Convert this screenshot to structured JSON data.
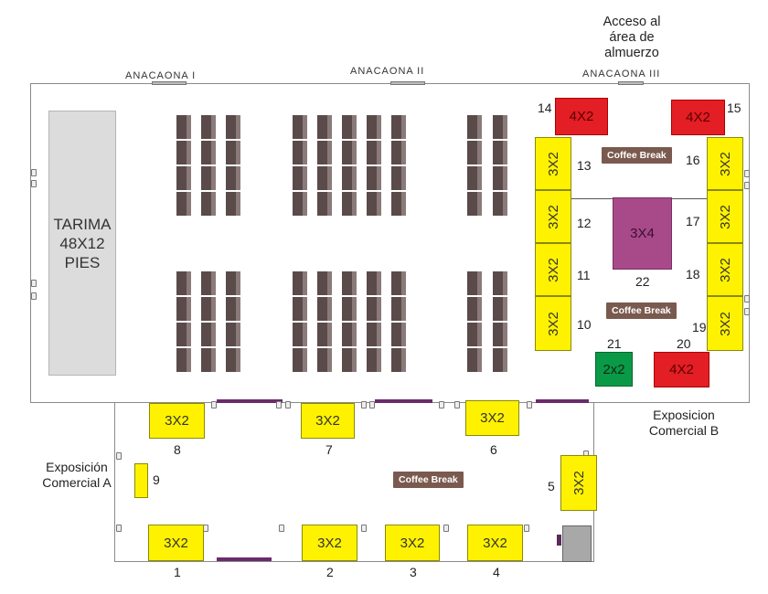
{
  "rooms": {
    "anacaona1": "ANACAONA  I",
    "anacaona2": "ANACAONA  II",
    "anacaona3": "ANACAONA  III"
  },
  "lunch_access": "Acceso al área de almuerzo",
  "stage": {
    "line1": "TARIMA",
    "line2": "48X12",
    "line3": "PIES"
  },
  "coffee_break": "Coffee Break",
  "exhibit_a": "Exposición Comercial A",
  "exhibit_b": "Exposicion Comercial B",
  "booths": {
    "b1": {
      "num": "1",
      "size": "3X2"
    },
    "b2": {
      "num": "2",
      "size": "3X2"
    },
    "b3": {
      "num": "3",
      "size": "3X2"
    },
    "b4": {
      "num": "4",
      "size": "3X2"
    },
    "b5": {
      "num": "5",
      "size": "3X2"
    },
    "b6": {
      "num": "6",
      "size": "3X2"
    },
    "b7": {
      "num": "7",
      "size": "3X2"
    },
    "b8": {
      "num": "8",
      "size": "3X2"
    },
    "b9": {
      "num": "9"
    },
    "b10": {
      "num": "10",
      "size": "3X2"
    },
    "b11": {
      "num": "11",
      "size": "3X2"
    },
    "b12": {
      "num": "12",
      "size": "3X2"
    },
    "b13": {
      "num": "13",
      "size": "3X2"
    },
    "b14": {
      "num": "14",
      "size": "4X2"
    },
    "b15": {
      "num": "15",
      "size": "4X2"
    },
    "b16": {
      "num": "16",
      "size": "3X2"
    },
    "b17": {
      "num": "17",
      "size": "3X2"
    },
    "b18": {
      "num": "18",
      "size": "3X2"
    },
    "b19": {
      "num": "19",
      "size": "3X2"
    },
    "b20": {
      "num": "20",
      "size": "4X2"
    },
    "b21": {
      "num": "21",
      "size": "2x2"
    },
    "b22": {
      "num": "22",
      "size": "3X4"
    }
  },
  "colors": {
    "standard_booth": "#fff200",
    "large_booth": "#e31e24",
    "small_booth": "#0a9a47",
    "center_booth": "#a84a8a",
    "coffee_break": "#7a5a4e"
  }
}
